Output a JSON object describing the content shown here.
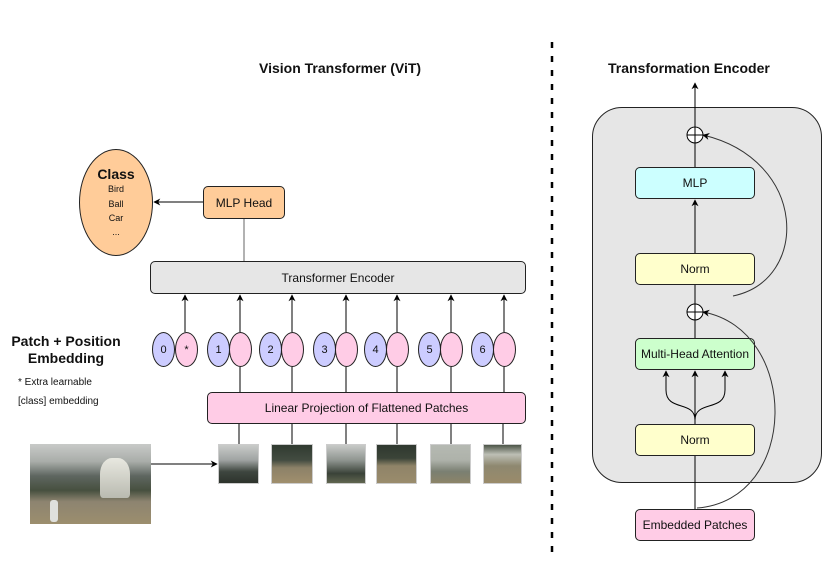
{
  "left": {
    "title": "Vision Transformer (ViT)",
    "class_box": {
      "title": "Class",
      "items": [
        "Bird",
        "Ball",
        "Car",
        "..."
      ]
    },
    "mlp_head": "MLP Head",
    "transformer_encoder": "Transformer Encoder",
    "embedding_label": "Patch + Position Embedding",
    "embedding_note_line1": "* Extra learnable",
    "embedding_note_line2": "[class] embedding",
    "position_tokens": [
      "0",
      "1",
      "2",
      "3",
      "4",
      "5",
      "6"
    ],
    "class_token_marker": "*",
    "linear_projection": "Linear Projection of Flattened Patches",
    "input_image": "input-image",
    "patch_count": 6
  },
  "right": {
    "title": "Transformation Encoder",
    "mlp": "MLP",
    "norm_top": "Norm",
    "multi_head_attention": "Multi-Head Attention",
    "norm_bottom": "Norm",
    "embedded_patches": "Embedded Patches"
  },
  "colors": {
    "orange": "#ffcc99",
    "gray_box": "#e6e6e6",
    "pink": "#ffccE6",
    "lavender": "#ccccff",
    "cyan": "#ccffff",
    "yellow": "#ffffcc",
    "green": "#ccffcc"
  }
}
